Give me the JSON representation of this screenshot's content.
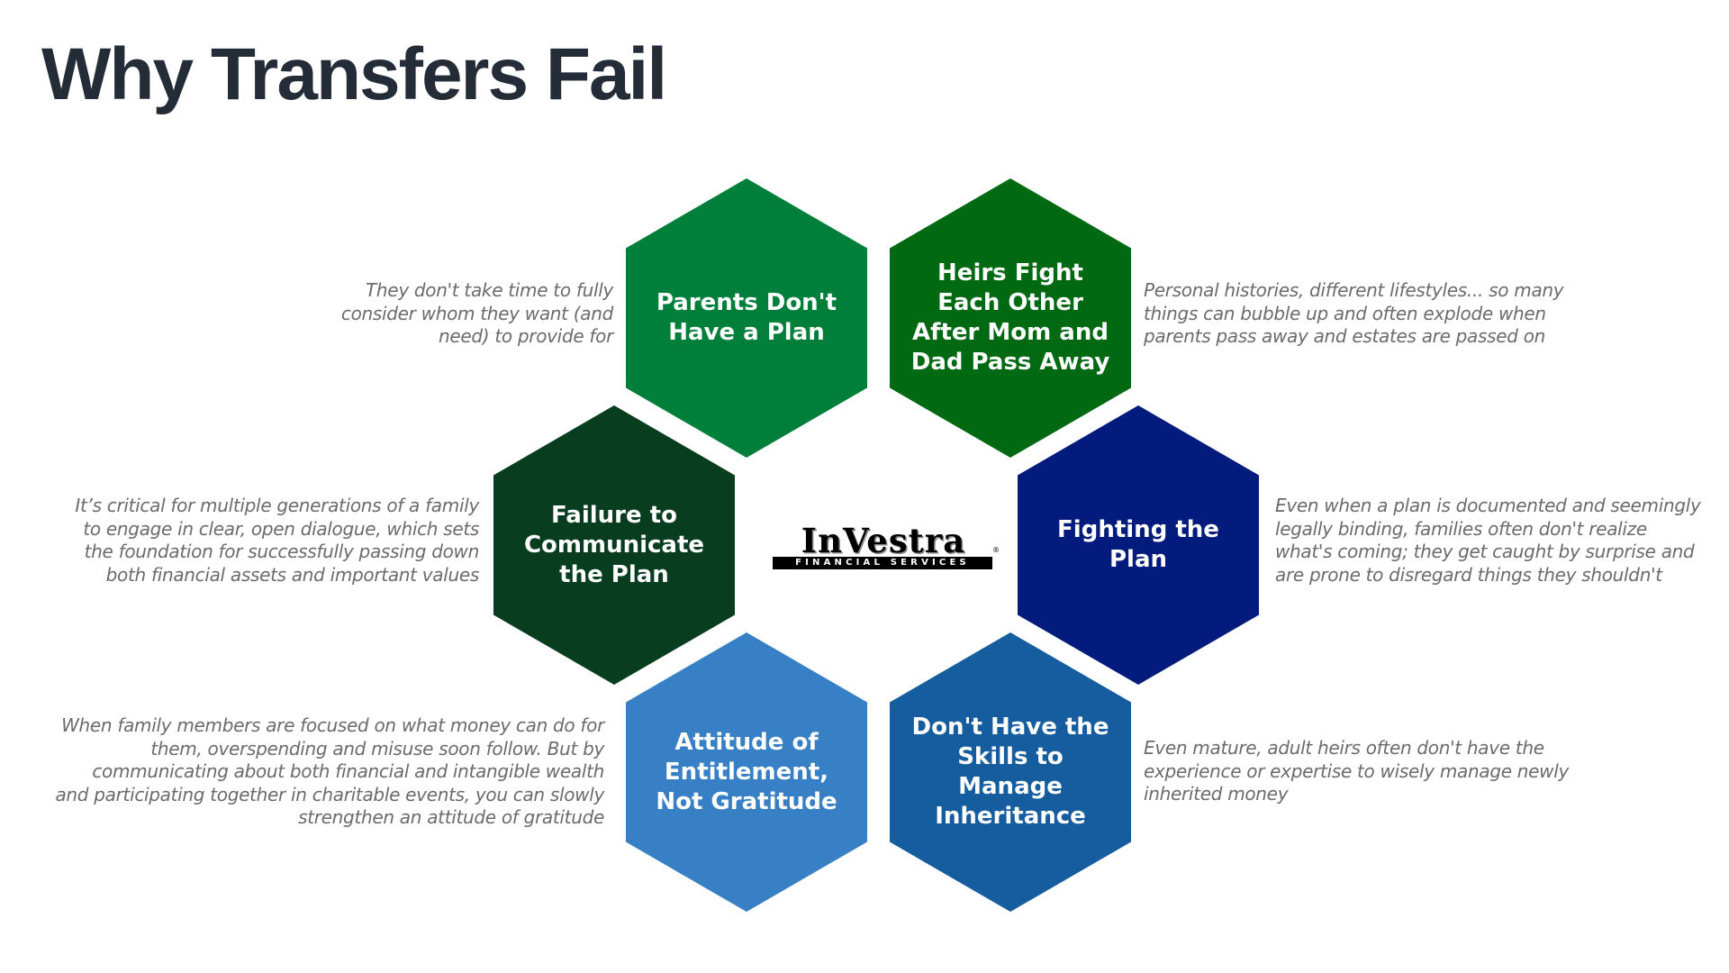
{
  "title": "Why Transfers Fail",
  "logo": {
    "name": "InVestra",
    "subtitle": "FINANCIAL SERVICES",
    "registered_mark": "®"
  },
  "colors": {
    "parents_no_plan": "#007f3a",
    "heirs_fight": "#006912",
    "failure_communicate": "#083d20",
    "fighting_plan": "#031b7d",
    "entitlement": "#3780c5",
    "skills": "#155d9f",
    "title": "#242c37",
    "description": "#6b6b6b"
  },
  "nodes": {
    "parents_no_plan": {
      "label": "Parents Don't Have a Plan",
      "description": "They don't take time to fully consider whom they want (and need) to provide for"
    },
    "heirs_fight": {
      "label": "Heirs Fight Each Other After Mom and Dad Pass Away",
      "description": "Personal histories, different lifestyles... so many things can bubble up and often explode when parents pass away and estates are passed on"
    },
    "failure_communicate": {
      "label": "Failure to Communicate the Plan",
      "description": "It’s critical for multiple generations of a family to engage in clear, open dialogue, which sets the foundation for successfully passing down both financial assets and important values"
    },
    "fighting_plan": {
      "label": "Fighting the Plan",
      "description": "Even when a plan is documented and seemingly legally binding, families often don't realize what's coming; they get caught by surprise and are prone to disregard things they shouldn't"
    },
    "entitlement": {
      "label": "Attitude of Entitlement, Not Gratitude",
      "description": "When family members are focused on what money can do for them, overspending and misuse soon follow. But by communicating about both financial and intangible wealth and participating together in charitable events, you can slowly strengthen an attitude of gratitude"
    },
    "skills": {
      "label": "Don't Have the Skills to Manage Inheritance",
      "description": "Even mature, adult heirs often don't have the experience or expertise to wisely manage newly inherited money"
    }
  }
}
